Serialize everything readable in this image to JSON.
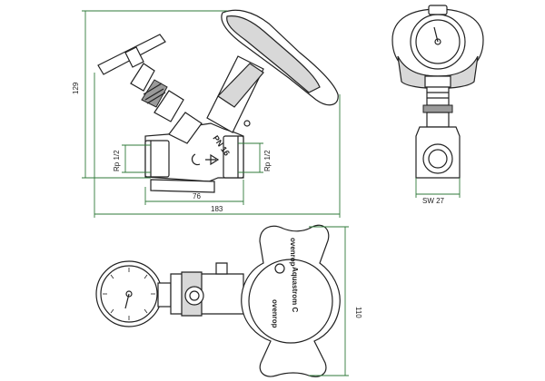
{
  "dimensions": {
    "height_side": "129",
    "port_left": "Rp 1/2",
    "port_right": "Rp 1/2",
    "body_length": "76",
    "overall_length": "183",
    "wrench_size": "SW 27",
    "height_top": "110"
  },
  "markings": {
    "pressure_rating": "PN 16",
    "brand_handwheel": "ovenrop",
    "brand_bonnet": "ovenrop",
    "logo_text": "Aquastrom C"
  },
  "colors": {
    "outline": "#222222",
    "dimension_line": "#2f7a3a",
    "shade": "#d8d8d8"
  }
}
